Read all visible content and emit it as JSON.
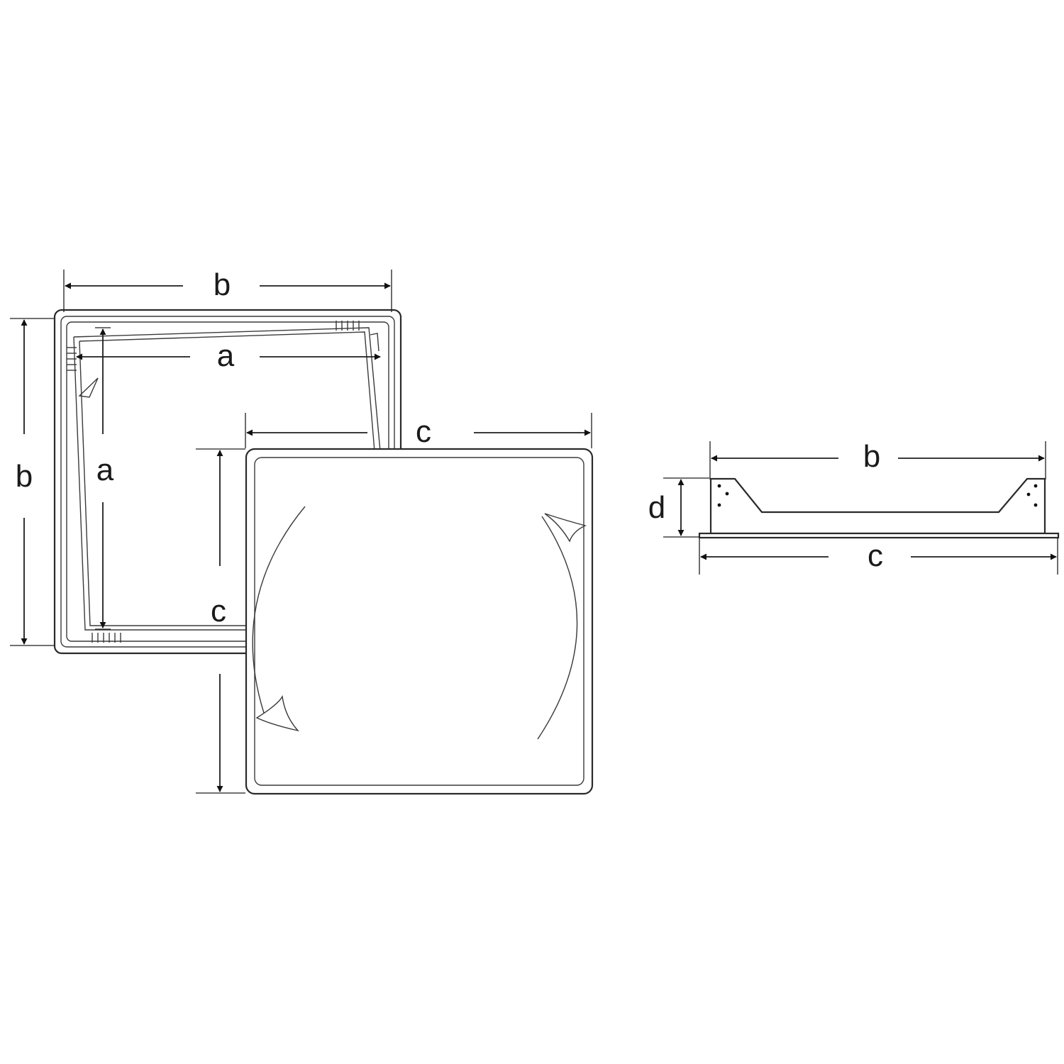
{
  "labels": {
    "frame_width": "b",
    "frame_height": "b",
    "opening_width": "a",
    "opening_height": "a",
    "cover_width": "c",
    "cover_height": "c",
    "profile_top_width": "b",
    "profile_depth": "d",
    "profile_base_width": "c"
  },
  "colors": {
    "line": "#2a2a2a",
    "background": "#ffffff"
  }
}
